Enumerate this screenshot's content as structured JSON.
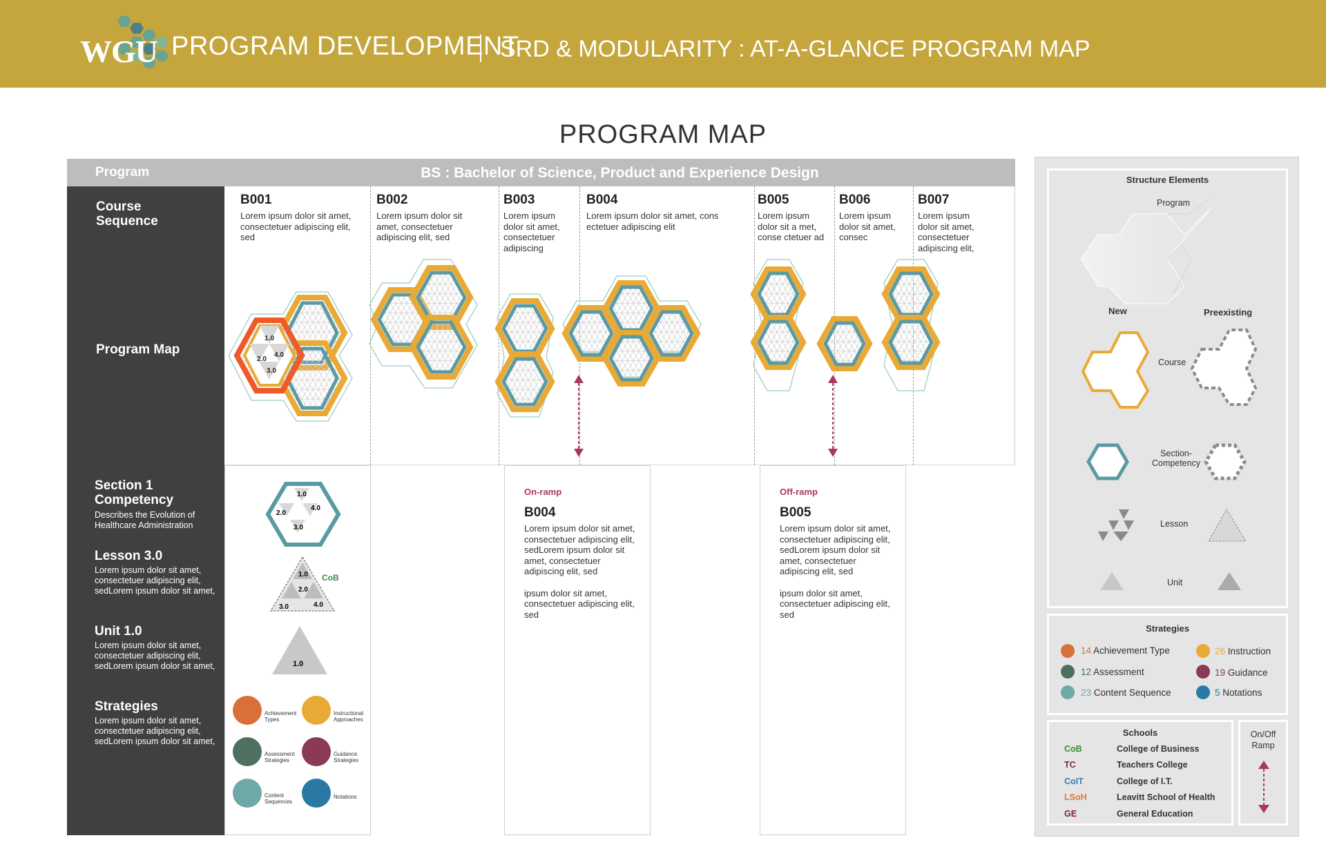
{
  "header": {
    "logo": "WGU",
    "title": "PROGRAM DEVELOPMENT",
    "subtitle": "SRD & MODULARITY : AT-A-GLANCE PROGRAM MAP"
  },
  "page_title": "PROGRAM MAP",
  "program": {
    "label": "Program",
    "name": "BS : Bachelor of Science, Product and Experience Design"
  },
  "left_labels": {
    "course_sequence": "Course Sequence",
    "program_map": "Program Map"
  },
  "courses": [
    {
      "code": "B001",
      "desc": "Lorem ipsum dolor sit amet, consectetuer adipiscing elit, sed"
    },
    {
      "code": "B002",
      "desc": "Lorem ipsum dolor sit amet, consectetuer adipiscing elit, sed"
    },
    {
      "code": "B003",
      "desc": "Lorem ipsum dolor sit amet, consectetuer adipiscing"
    },
    {
      "code": "B004",
      "desc": "Lorem ipsum dolor sit amet, cons ectetuer adipiscing elit"
    },
    {
      "code": "B005",
      "desc": "Lorem ipsum dolor sit a met, conse ctetuer ad"
    },
    {
      "code": "B006",
      "desc": "Lorem ipsum dolor sit amet, consec"
    },
    {
      "code": "B007",
      "desc": "Lorem ipsum dolor sit amet, consectetuer adipiscing elit,"
    }
  ],
  "map_unit_labels": {
    "u1": "1.0",
    "u2": "2.0",
    "u3": "3.0",
    "u4": "4.0"
  },
  "details": {
    "section": {
      "title": "Section 1 Competency",
      "desc": "Describes the Evolution of Healthcare Administration"
    },
    "lesson": {
      "title": "Lesson 3.0",
      "desc": "Lorem ipsum dolor sit amet, consectetuer adipiscing elit, sedLorem ipsum dolor sit amet,"
    },
    "unit": {
      "title": "Unit 1.0",
      "desc": "Lorem ipsum dolor sit amet, consectetuer adipiscing elit, sedLorem ipsum dolor sit amet,"
    },
    "strategies": {
      "title": "Strategies",
      "desc": "Lorem ipsum dolor sit amet, consectetuer adipiscing elit, sedLorem ipsum dolor sit amet,"
    },
    "lesson_school": "CoB",
    "unit_label": "1.0"
  },
  "strategy_icons": [
    {
      "label": "Achievement Types",
      "color": "#d9703b",
      "icon": "certificate-icon"
    },
    {
      "label": "Instructional Approaches",
      "color": "#e9a935",
      "icon": "magnifier-icon"
    },
    {
      "label": "Assessment Strategies",
      "color": "#4e7060",
      "icon": "pencil-icon"
    },
    {
      "label": "Guidance Strategies",
      "color": "#8a3a55",
      "icon": "web-icon"
    },
    {
      "label": "Content Sequences",
      "color": "#6ea9a8",
      "icon": "presenter-icon"
    },
    {
      "label": "Notations",
      "color": "#2a79a5",
      "icon": "enter-icon"
    }
  ],
  "ramps": [
    {
      "label": "On-ramp",
      "code": "B004",
      "desc1": "Lorem ipsum dolor sit amet, consectetuer adipiscing elit, sedLorem ipsum dolor sit amet, consectetuer adipiscing elit, sed",
      "desc2": "ipsum dolor sit amet, consectetuer adipiscing elit, sed"
    },
    {
      "label": "Off-ramp",
      "code": "B005",
      "desc1": "Lorem ipsum dolor sit amet, consectetuer adipiscing elit, sedLorem ipsum dolor sit amet, consectetuer adipiscing elit, sed",
      "desc2": "ipsum dolor sit amet, consectetuer adipiscing elit, sed"
    }
  ],
  "legend": {
    "structure_title": "Structure Elements",
    "program": "Program",
    "new": "New",
    "preexisting": "Preexisting",
    "course": "Course",
    "section": "Section-Competency",
    "lesson": "Lesson",
    "unit": "Unit",
    "strategies_title": "Strategies",
    "strategies": [
      {
        "count": "14",
        "label": "Achievement Type",
        "color": "#d9703b"
      },
      {
        "count": "26",
        "label": "Instruction",
        "color": "#e9a935"
      },
      {
        "count": "12",
        "label": "Assessment",
        "color": "#4e7060"
      },
      {
        "count": "19",
        "label": "Guidance",
        "color": "#8a3a55"
      },
      {
        "count": "23",
        "label": "Content Sequence",
        "color": "#6ea9a8"
      },
      {
        "count": "5",
        "label": "Notations",
        "color": "#2a79a5"
      }
    ],
    "schools_title": "Schools",
    "schools": [
      {
        "abbr": "CoB",
        "name": "College of Business",
        "color": "#3c8a3c"
      },
      {
        "abbr": "TC",
        "name": "Teachers College",
        "color": "#6b2c5c"
      },
      {
        "abbr": "CoIT",
        "name": "College of I.T.",
        "color": "#3a7fb0"
      },
      {
        "abbr": "LSoH",
        "name": "Leavitt School of Health",
        "color": "#e07a35"
      },
      {
        "abbr": "GE",
        "name": "General Education",
        "color": "#8a1f3a"
      }
    ],
    "ramp_title": "On/Off Ramp"
  },
  "colors": {
    "header": "#c4a63d",
    "course_new": "#e9a935",
    "section": "#5b9aa3",
    "new_unit": "#f05a28",
    "ramp": "#a7395c"
  }
}
